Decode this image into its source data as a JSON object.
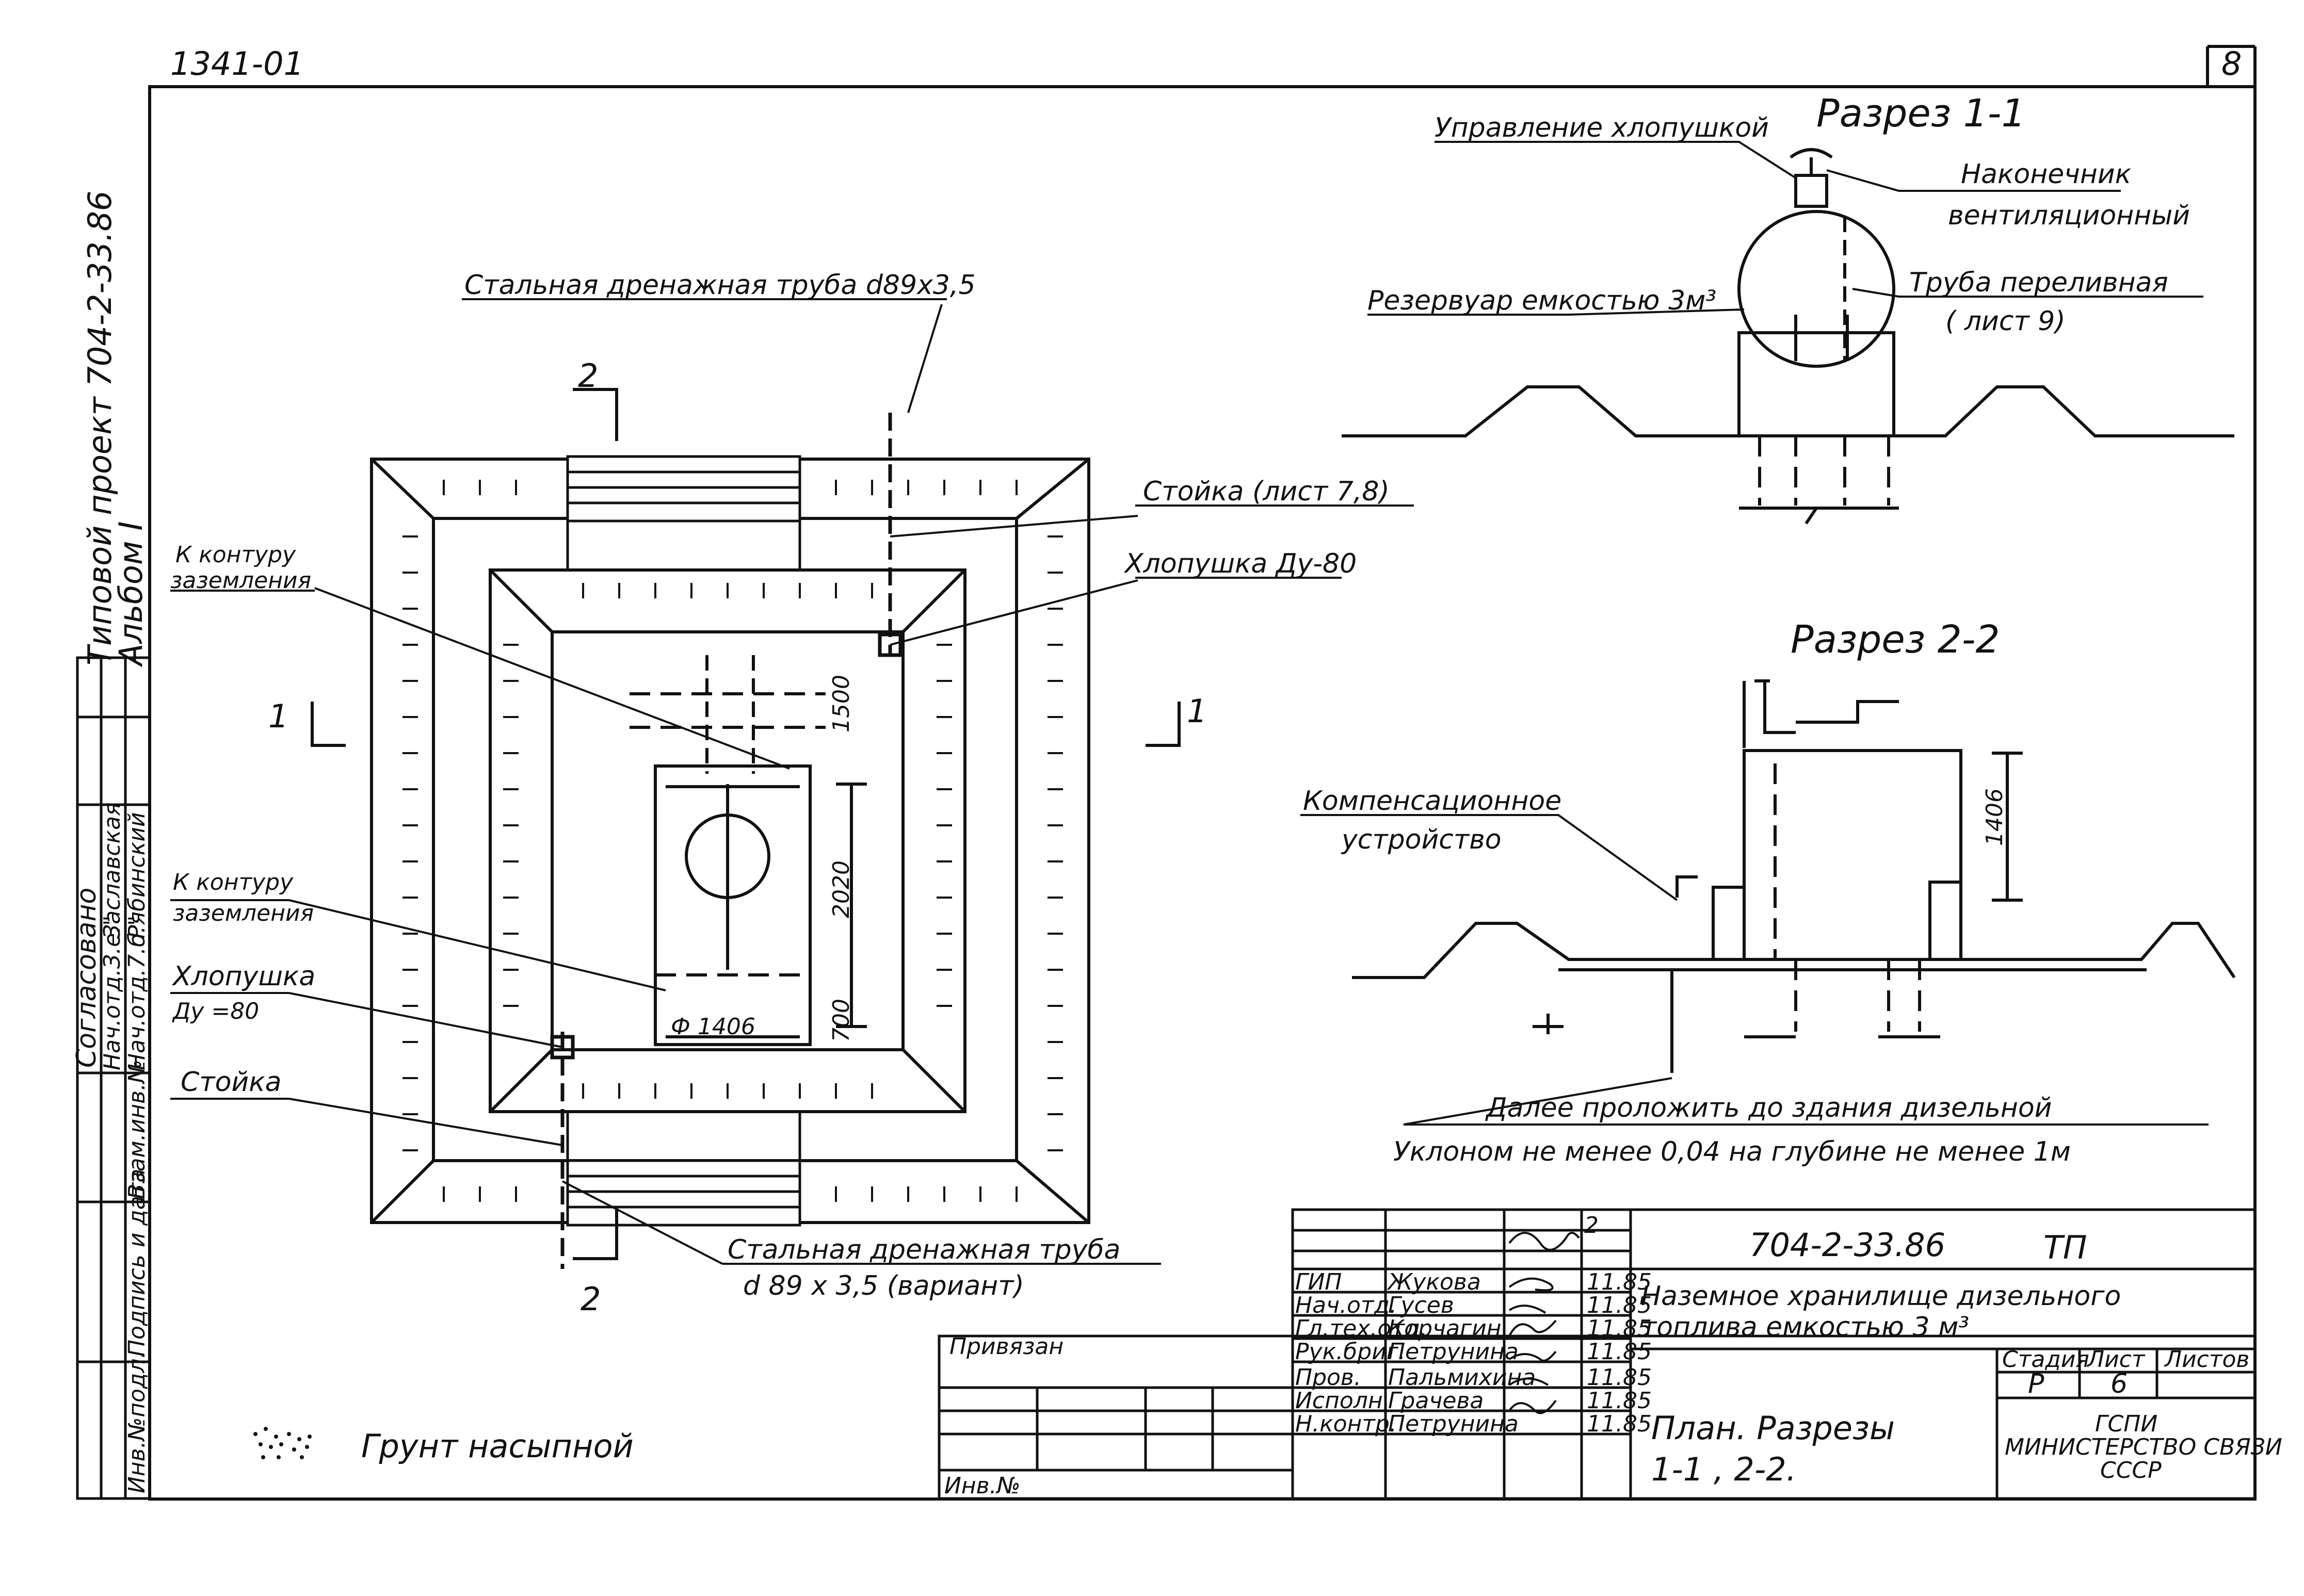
{
  "sheet": {
    "doc_code": "1341-01",
    "sheet_number": "8",
    "album": {
      "line1": "Типовой проект 704-2-33.86",
      "line2": "Альбом I"
    },
    "soil_legend": "Грунт насыпной"
  },
  "left_stamp": {
    "agreed": "Согласовано",
    "row1_position": "Нач.отд.З.е.\"",
    "row1_name": "Заславская",
    "row2_position": "Нач.отд.7.б.\"",
    "row2_name": "Рябинский",
    "replaced_inv": "Взам.инв.№",
    "sign_date": "Подпись и дата",
    "inv_original": "Инв.№подл."
  },
  "plan": {
    "label_pipe_top": "Стальная  дренажная  труба  d89x3,5",
    "label_stand_top": "Стойка  (лист 7,8)",
    "label_valve_top": "Хлопушка  Ду-80",
    "label_ground_top_1": "К контуру",
    "label_ground_top_2": "заземления",
    "label_ground_bot_1": "К контуру",
    "label_ground_bot_2": "заземления",
    "label_valve_left_1": "Хлопушка",
    "label_valve_left_2": "Ду =80",
    "label_stand_left": "Стойка",
    "label_pipe_bottom_1": "Стальная  дренажная  труба",
    "label_pipe_bottom_2": "d 89 x 3,5  (вариант)",
    "dim_1500": "1500",
    "dim_2020": "2020",
    "dim_700": "700",
    "dim_diameter": "Ф  1406",
    "section_mark_2_top": "2",
    "section_mark_2_bottom": "2",
    "section_mark_1_left": "1",
    "section_mark_1_right": "1"
  },
  "section_1_1": {
    "title": "Разрез  1-1",
    "label_control": "Управление  хлопушкой",
    "label_tip_1": "Наконечник",
    "label_tip_2": "вентиляционный",
    "label_overflow_1": "Труба   переливная",
    "label_overflow_2": "( лист 9)",
    "label_tank": "Резервуар  емкостью  3м³"
  },
  "section_2_2": {
    "title": "Разрез   2-2",
    "label_comp_1": "Компенсационное",
    "label_comp_2": "устройство",
    "dim_1406": "1406",
    "note_line_1": "Далее   проложить   до  здания   дизельной",
    "note_line_2": "Уклоном    не   менее   0,04   на   глубине   не   менее  1м"
  },
  "title_block": {
    "project_code": "704-2-33.86",
    "project_type": "ТП",
    "object_line_1": "Наземное  хранилище  дизельного",
    "object_line_2": "топлива    емкостью   3 м³",
    "sheet_title_1": "План.     Разрезы",
    "sheet_title_2": "1-1  ,   2-2.",
    "col_stage": "Стадия",
    "col_sheet": "Лист",
    "col_sheets": "Листов",
    "stage": "Р",
    "sheet": "6",
    "org_1": "ГСПИ",
    "org_2": "МИНИСТЕРСТВО СВЯЗИ",
    "org_3": "СССР",
    "tied": "Привязан",
    "inv_no": "Инв.№",
    "rev_mark": "2",
    "staff": [
      {
        "role": "ГИП",
        "name": "Жукова",
        "date": "11.85"
      },
      {
        "role": "Нач.отд.",
        "name": "Гусев",
        "date": "11.85"
      },
      {
        "role": "Гл.тех.отд.",
        "name": "Корчагин",
        "date": "11.85"
      },
      {
        "role": "Рук.бриг.",
        "name": "Петрунина",
        "date": "11.85"
      },
      {
        "role": "Пров.",
        "name": "Пальмихина",
        "date": "11.85"
      },
      {
        "role": "Исполн.",
        "name": "Грачева",
        "date": "11.85"
      },
      {
        "role": "Н.контр.",
        "name": "Петрунина",
        "date": "11.85"
      }
    ]
  }
}
